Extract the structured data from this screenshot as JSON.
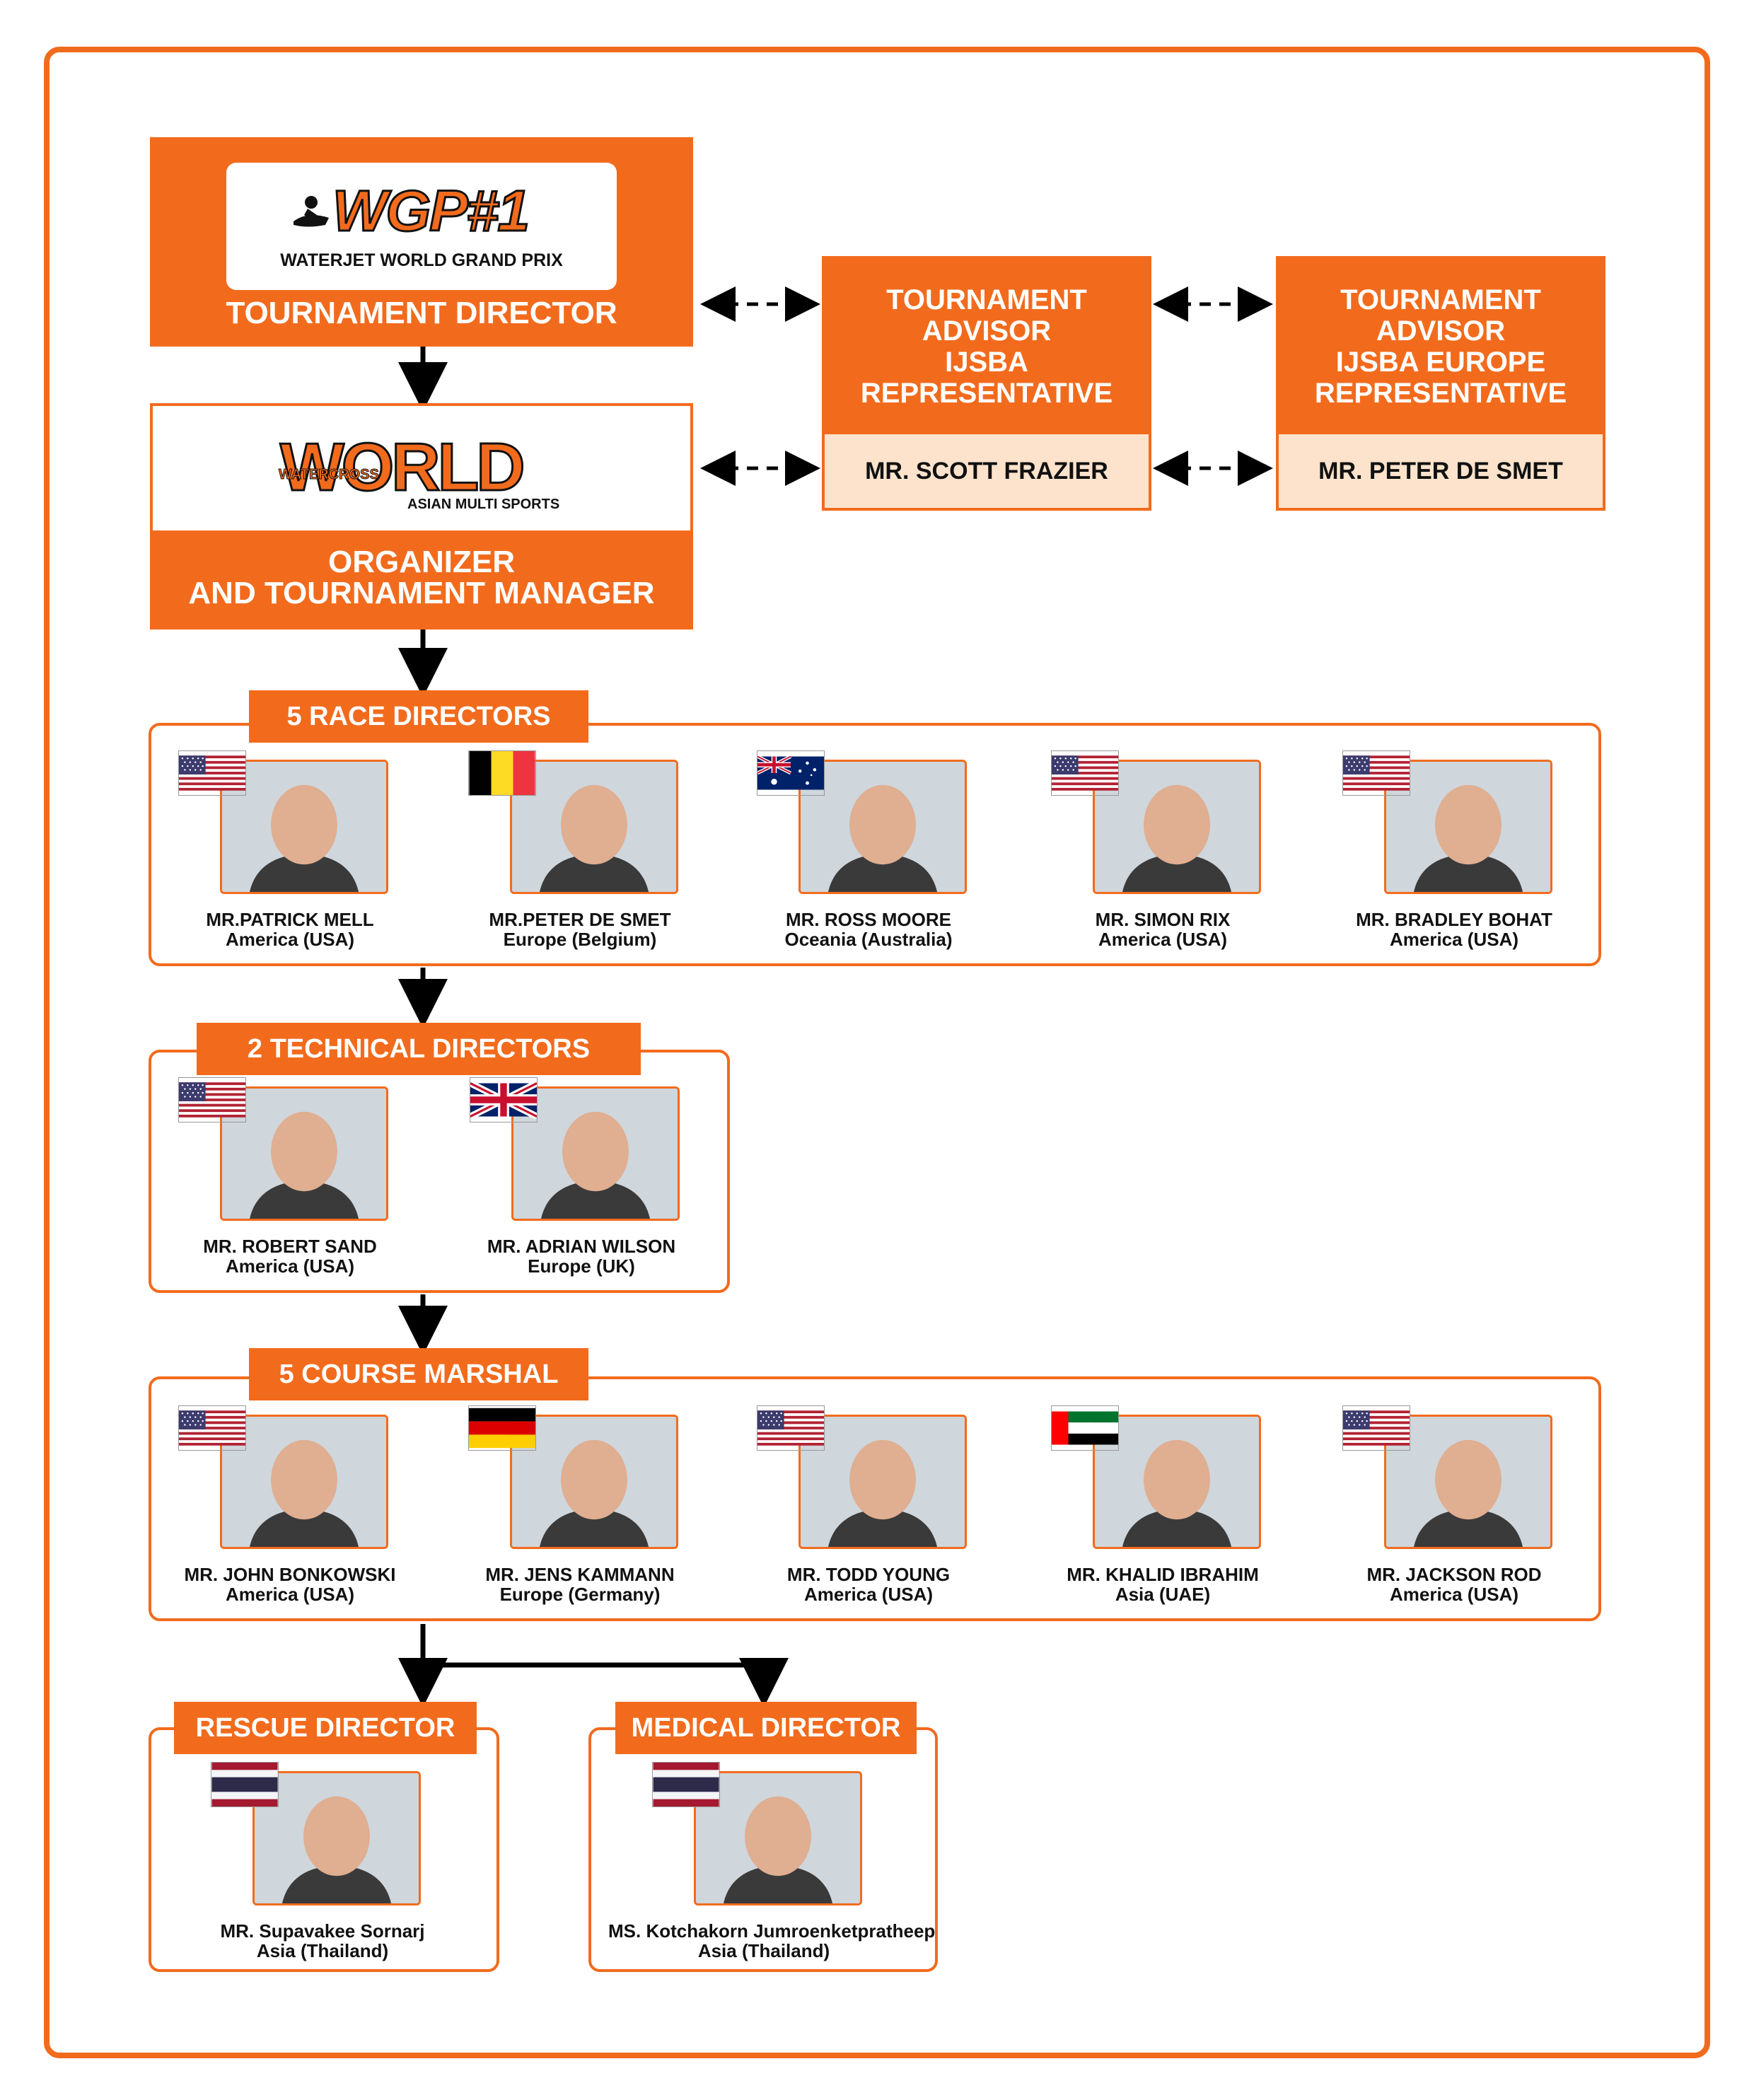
{
  "colors": {
    "accent": "#f26b1d",
    "light_accent": "#fde3cc",
    "text": "#111111"
  },
  "director_box": {
    "logo_main": "WGP#1",
    "logo_sub": "WATERJET WORLD GRAND PRIX",
    "title": "TOURNAMENT DIRECTOR"
  },
  "organizer_box": {
    "logo_main": "WORLD",
    "logo_prefix": "WATERCROSS",
    "logo_sub": "ASIAN MULTI SPORTS",
    "title_line1": "ORGANIZER",
    "title_line2": "AND TOURNAMENT MANAGER"
  },
  "advisors": [
    {
      "title": "TOURNAMENT\nADVISOR\nIJSBA\nREPRESENTATIVE",
      "name": "MR. SCOTT FRAZIER"
    },
    {
      "title": "TOURNAMENT\nADVISOR\nIJSBA EUROPE\nREPRESENTATIVE",
      "name": "MR. PETER DE SMET"
    }
  ],
  "race_directors": {
    "label": "5 RACE DIRECTORS",
    "people": [
      {
        "name": "MR.PATRICK MELL",
        "region": "America (USA)",
        "flag": "usa-flag-icon"
      },
      {
        "name": "MR.PETER DE SMET",
        "region": "Europe (Belgium)",
        "flag": "belgium-flag-icon"
      },
      {
        "name": "MR. ROSS MOORE",
        "region": "Oceania (Australia)",
        "flag": "australia-flag-icon"
      },
      {
        "name": "MR. SIMON RIX",
        "region": "America (USA)",
        "flag": "usa-flag-icon"
      },
      {
        "name": "MR. BRADLEY BOHAT",
        "region": "America (USA)",
        "flag": "usa-flag-icon"
      }
    ]
  },
  "technical_directors": {
    "label": "2 TECHNICAL DIRECTORS",
    "people": [
      {
        "name": "MR. ROBERT SAND",
        "region": "America (USA)",
        "flag": "usa-flag-icon"
      },
      {
        "name": "MR. ADRIAN WILSON",
        "region": "Europe (UK)",
        "flag": "uk-flag-icon"
      }
    ]
  },
  "course_marshals": {
    "label": "5 COURSE MARSHAL",
    "people": [
      {
        "name": "MR. JOHN BONKOWSKI",
        "region": "America (USA)",
        "flag": "usa-flag-icon"
      },
      {
        "name": "MR. JENS KAMMANN",
        "region": "Europe (Germany)",
        "flag": "germany-flag-icon"
      },
      {
        "name": "MR. TODD YOUNG",
        "region": "America (USA)",
        "flag": "usa-flag-icon"
      },
      {
        "name": "MR. KHALID IBRAHIM",
        "region": "Asia (UAE)",
        "flag": "uae-flag-icon"
      },
      {
        "name": "MR. JACKSON ROD",
        "region": "America (USA)",
        "flag": "usa-flag-icon"
      }
    ]
  },
  "rescue_director": {
    "label": "RESCUE DIRECTOR",
    "person": {
      "name": "MR. Supavakee Sornarj",
      "region": "Asia (Thailand)",
      "flag": "thailand-flag-icon"
    }
  },
  "medical_director": {
    "label": "MEDICAL DIRECTOR",
    "person": {
      "name": "MS. Kotchakorn Jumroenketpratheep",
      "region": "Asia (Thailand)",
      "flag": "thailand-flag-icon"
    }
  }
}
